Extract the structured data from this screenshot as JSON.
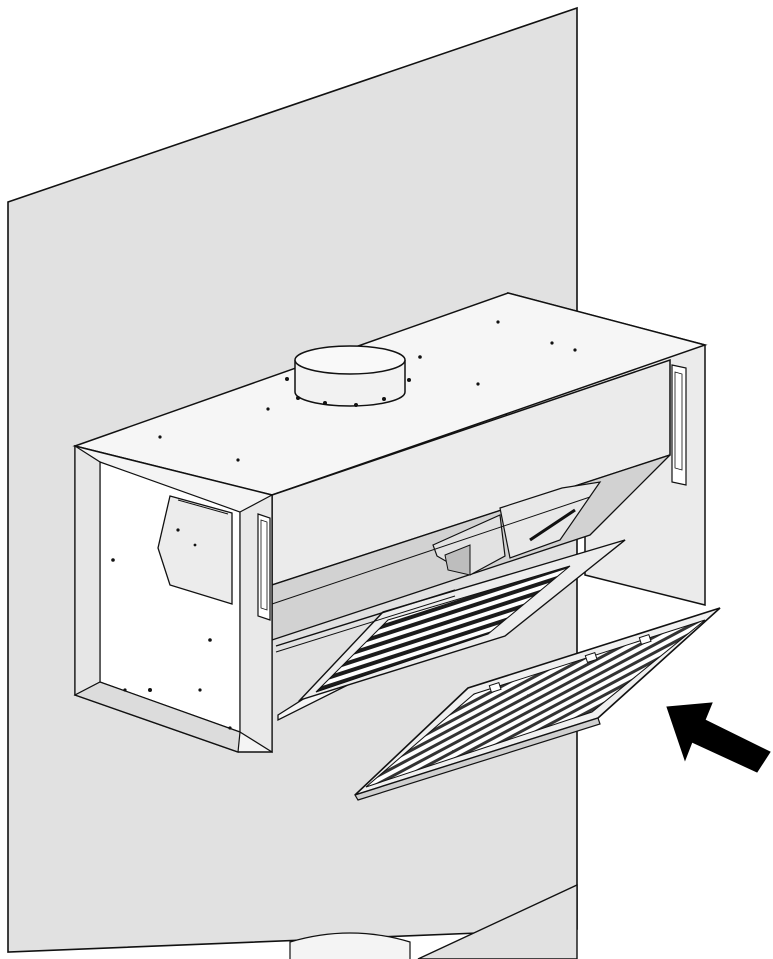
{
  "figure": {
    "kind": "technical-illustration",
    "subject": "range-hood-filter-installation",
    "elements": [
      "wall-panel",
      "range-hood-body",
      "exhaust-collar",
      "grease-filter-installed",
      "grease-filter-detached",
      "insert-direction-arrow",
      "lower-step-preview"
    ]
  },
  "colors": {
    "background": "#ffffff",
    "wall": "#e1e1e1",
    "hood_face": "#ebebeb",
    "hood_side": "#f4f4f4",
    "hood_inner": "#d2d2d2",
    "outline": "#111111",
    "filter_mesh": "#1c1c1c",
    "arrow": "#000000"
  }
}
